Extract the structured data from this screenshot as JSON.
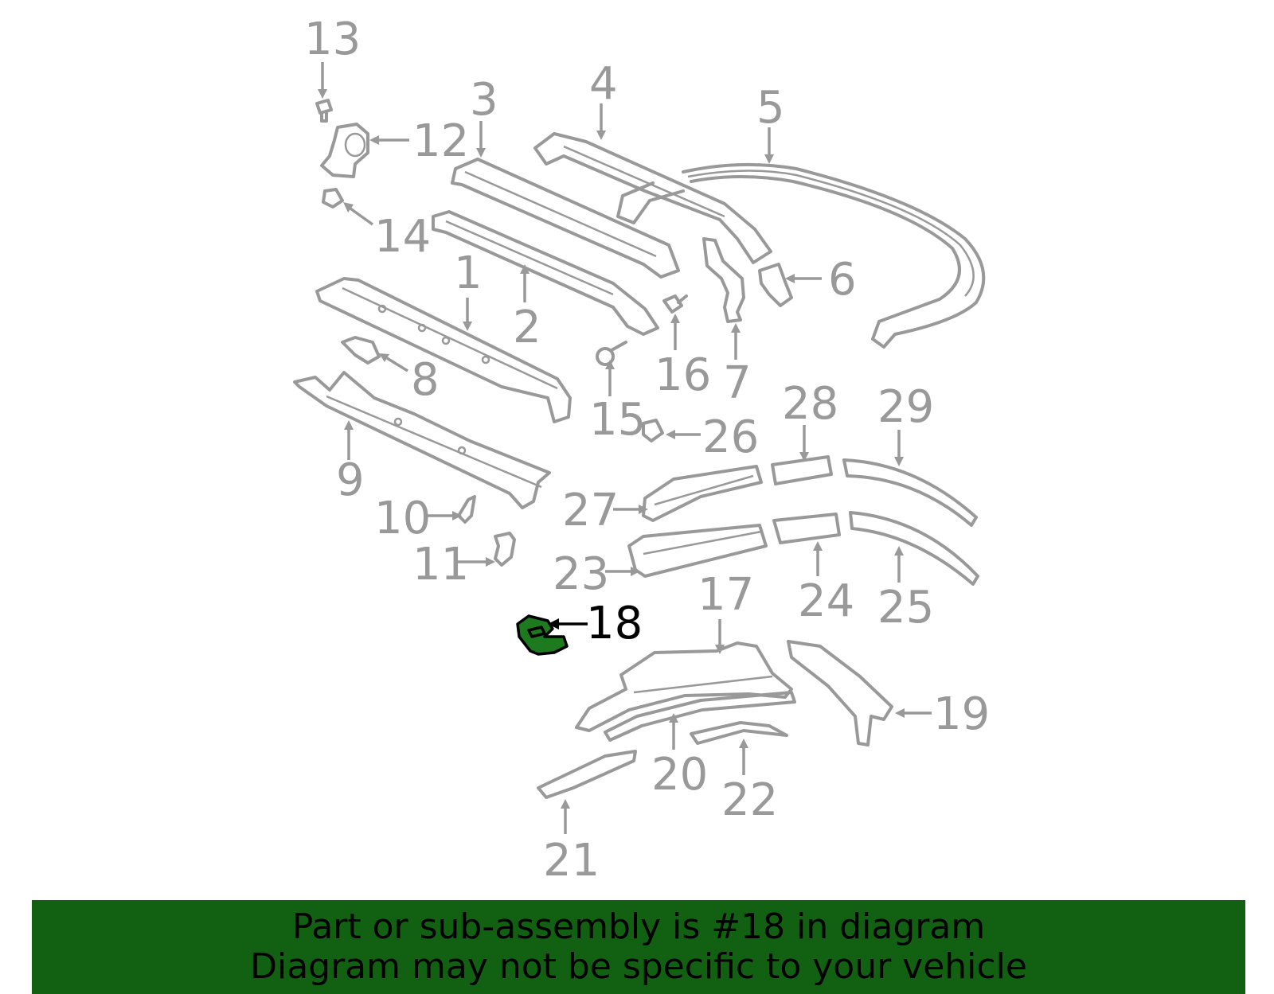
{
  "highlight_color": "#1e7a1e",
  "banner_color": "#126011",
  "callouts": {
    "c1": "1",
    "c2": "2",
    "c3": "3",
    "c4": "4",
    "c5": "5",
    "c6": "6",
    "c7": "7",
    "c8": "8",
    "c9": "9",
    "c10": "10",
    "c11": "11",
    "c12": "12",
    "c13": "13",
    "c14": "14",
    "c15": "15",
    "c16": "16",
    "c17": "17",
    "c18": "18",
    "c19": "19",
    "c20": "20",
    "c21": "21",
    "c22": "22",
    "c23": "23",
    "c24": "24",
    "c25": "25",
    "c26": "26",
    "c27": "27",
    "c28": "28",
    "c29": "29"
  },
  "banner": {
    "line1": "Part or sub-assembly is #18 in diagram",
    "line2": "Diagram may not be specific to your vehicle"
  }
}
